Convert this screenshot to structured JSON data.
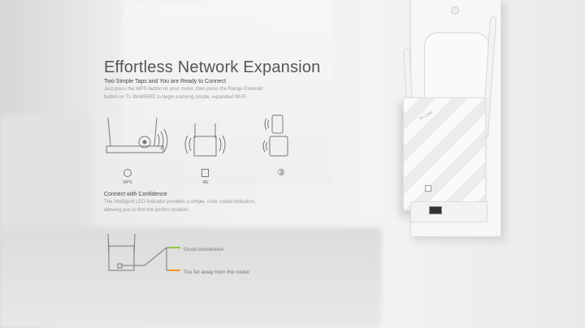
{
  "header": {
    "title": "Effortless Network Expansion"
  },
  "section1": {
    "heading": "Two Simple Taps and You are Ready to Connect",
    "body_line1": "Just press the WPS button on your router, then press the Range Extender",
    "body_line2": "button on TL-WA855RE to begin enjoying simple, expanded Wi-Fi.",
    "steps": [
      {
        "label": "WPS",
        "icon": "wps-icon"
      },
      {
        "label": "RE",
        "icon": "re-button-icon"
      },
      {
        "label": "③",
        "icon": "step-3-icon"
      }
    ]
  },
  "section2": {
    "heading": "Connect with Confidence",
    "body_line1": "The Intelligent LED indicator provides a simple, color coded indication,",
    "body_line2": "allowing you to find the perfect location.",
    "legend": [
      {
        "label": "Good connection",
        "color": "#8dc63f"
      },
      {
        "label": "Too far away from the router",
        "color": "#f7941d"
      }
    ]
  },
  "product": {
    "brand": "TP-LINK"
  }
}
